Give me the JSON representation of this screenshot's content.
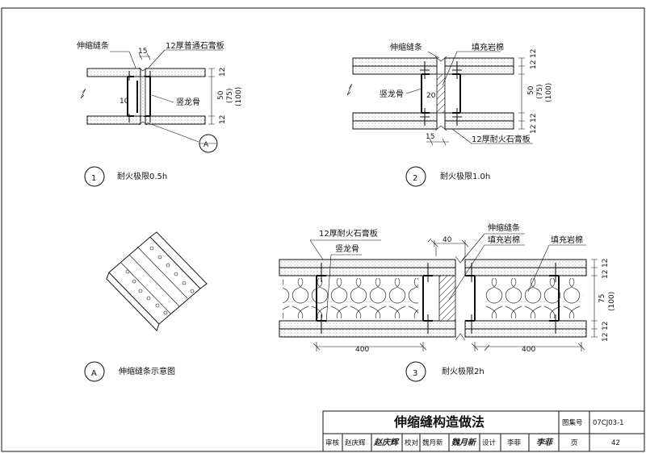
{
  "top_note": "",
  "detail1": {
    "number": "1",
    "caption": "耐火极限0.5h",
    "label_strip": "伸缩缝条",
    "label_board": "12厚普通石膏板",
    "label_stud": "竖龙骨",
    "callout": "A",
    "dims": [
      "15",
      "10",
      "12",
      "50",
      "(75)",
      "(100)",
      "12"
    ]
  },
  "detail2": {
    "number": "2",
    "caption": "耐火极限1.0h",
    "label_strip": "伸缩缝条",
    "label_fill": "填充岩棉",
    "label_stud": "竖龙骨",
    "label_board": "12厚耐火石膏板",
    "dims": [
      "12",
      "12",
      "50",
      "(75)",
      "(100)",
      "12",
      "12",
      "20",
      "15"
    ]
  },
  "detailA": {
    "number": "A",
    "caption": "伸缩缝条示意图"
  },
  "detail3": {
    "number": "3",
    "caption": "耐火极限2h",
    "label_board": "12厚耐火石膏板",
    "label_stud": "竖龙骨",
    "label_strip": "伸缩缝条",
    "label_fill1": "填充岩棉",
    "label_fill2": "填充岩棉",
    "dims": [
      "40",
      "12",
      "12",
      "75",
      "(100)",
      "12",
      "12",
      "400",
      "400"
    ]
  },
  "title_block": {
    "title": "伸缩缝构造做法",
    "atlas_label": "图集号",
    "atlas_no": "07CJ03-1",
    "review_label": "审核",
    "reviewer": "赵庆辉",
    "check_label": "校对",
    "checker": "魏月新",
    "design_label": "设计",
    "designer": "李菲",
    "page_label": "页",
    "page_no": "42",
    "sig_reviewer": "赵庆辉",
    "sig_checker": "魏月新",
    "sig_designer": "李菲"
  }
}
